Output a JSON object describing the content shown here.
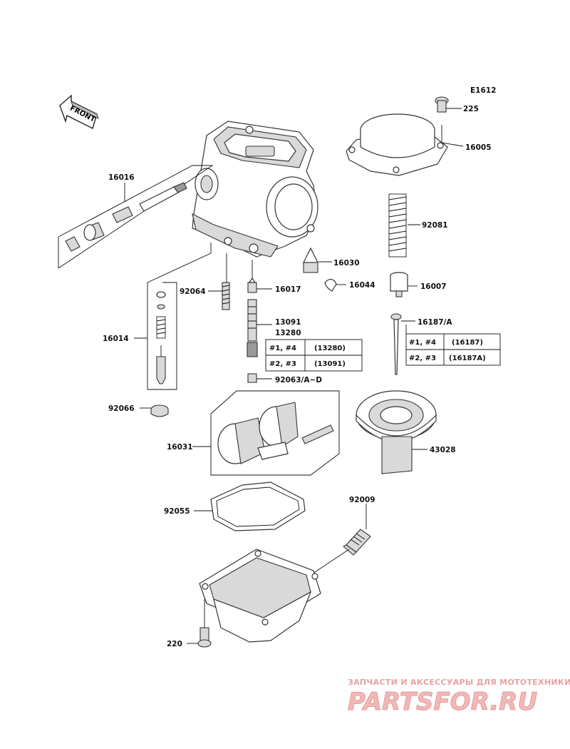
{
  "diagram": {
    "code": "E1612",
    "front_label": "FRONT",
    "parts": {
      "p225": "225",
      "p16005": "16005",
      "p16016": "16016",
      "p92081": "92081",
      "p16030": "16030",
      "p16044": "16044",
      "p16007": "16007",
      "p92064": "92064",
      "p16017": "16017",
      "p16014": "16014",
      "p13091": "13091",
      "p13280": "13280",
      "p16187": "16187/A",
      "p92063": "92063/A~D",
      "p92066": "92066",
      "p16031": "16031",
      "p43028": "43028",
      "p92055": "92055",
      "p92009": "92009",
      "p220": "220"
    },
    "jet_table": [
      {
        "cyl": "#1, #4",
        "part": "(13280)"
      },
      {
        "cyl": "#2, #3",
        "part": "(13091)"
      }
    ],
    "needle_table": [
      {
        "cyl": "#1, #4",
        "part": "(16187)"
      },
      {
        "cyl": "#2, #3",
        "part": "(16187A)"
      }
    ]
  },
  "watermark": {
    "tagline": "ЗАПЧАСТИ И АКСЕССУАРЫ ДЛЯ МОТОТЕХНИКИ",
    "brand": "PARTSFOR.RU"
  }
}
